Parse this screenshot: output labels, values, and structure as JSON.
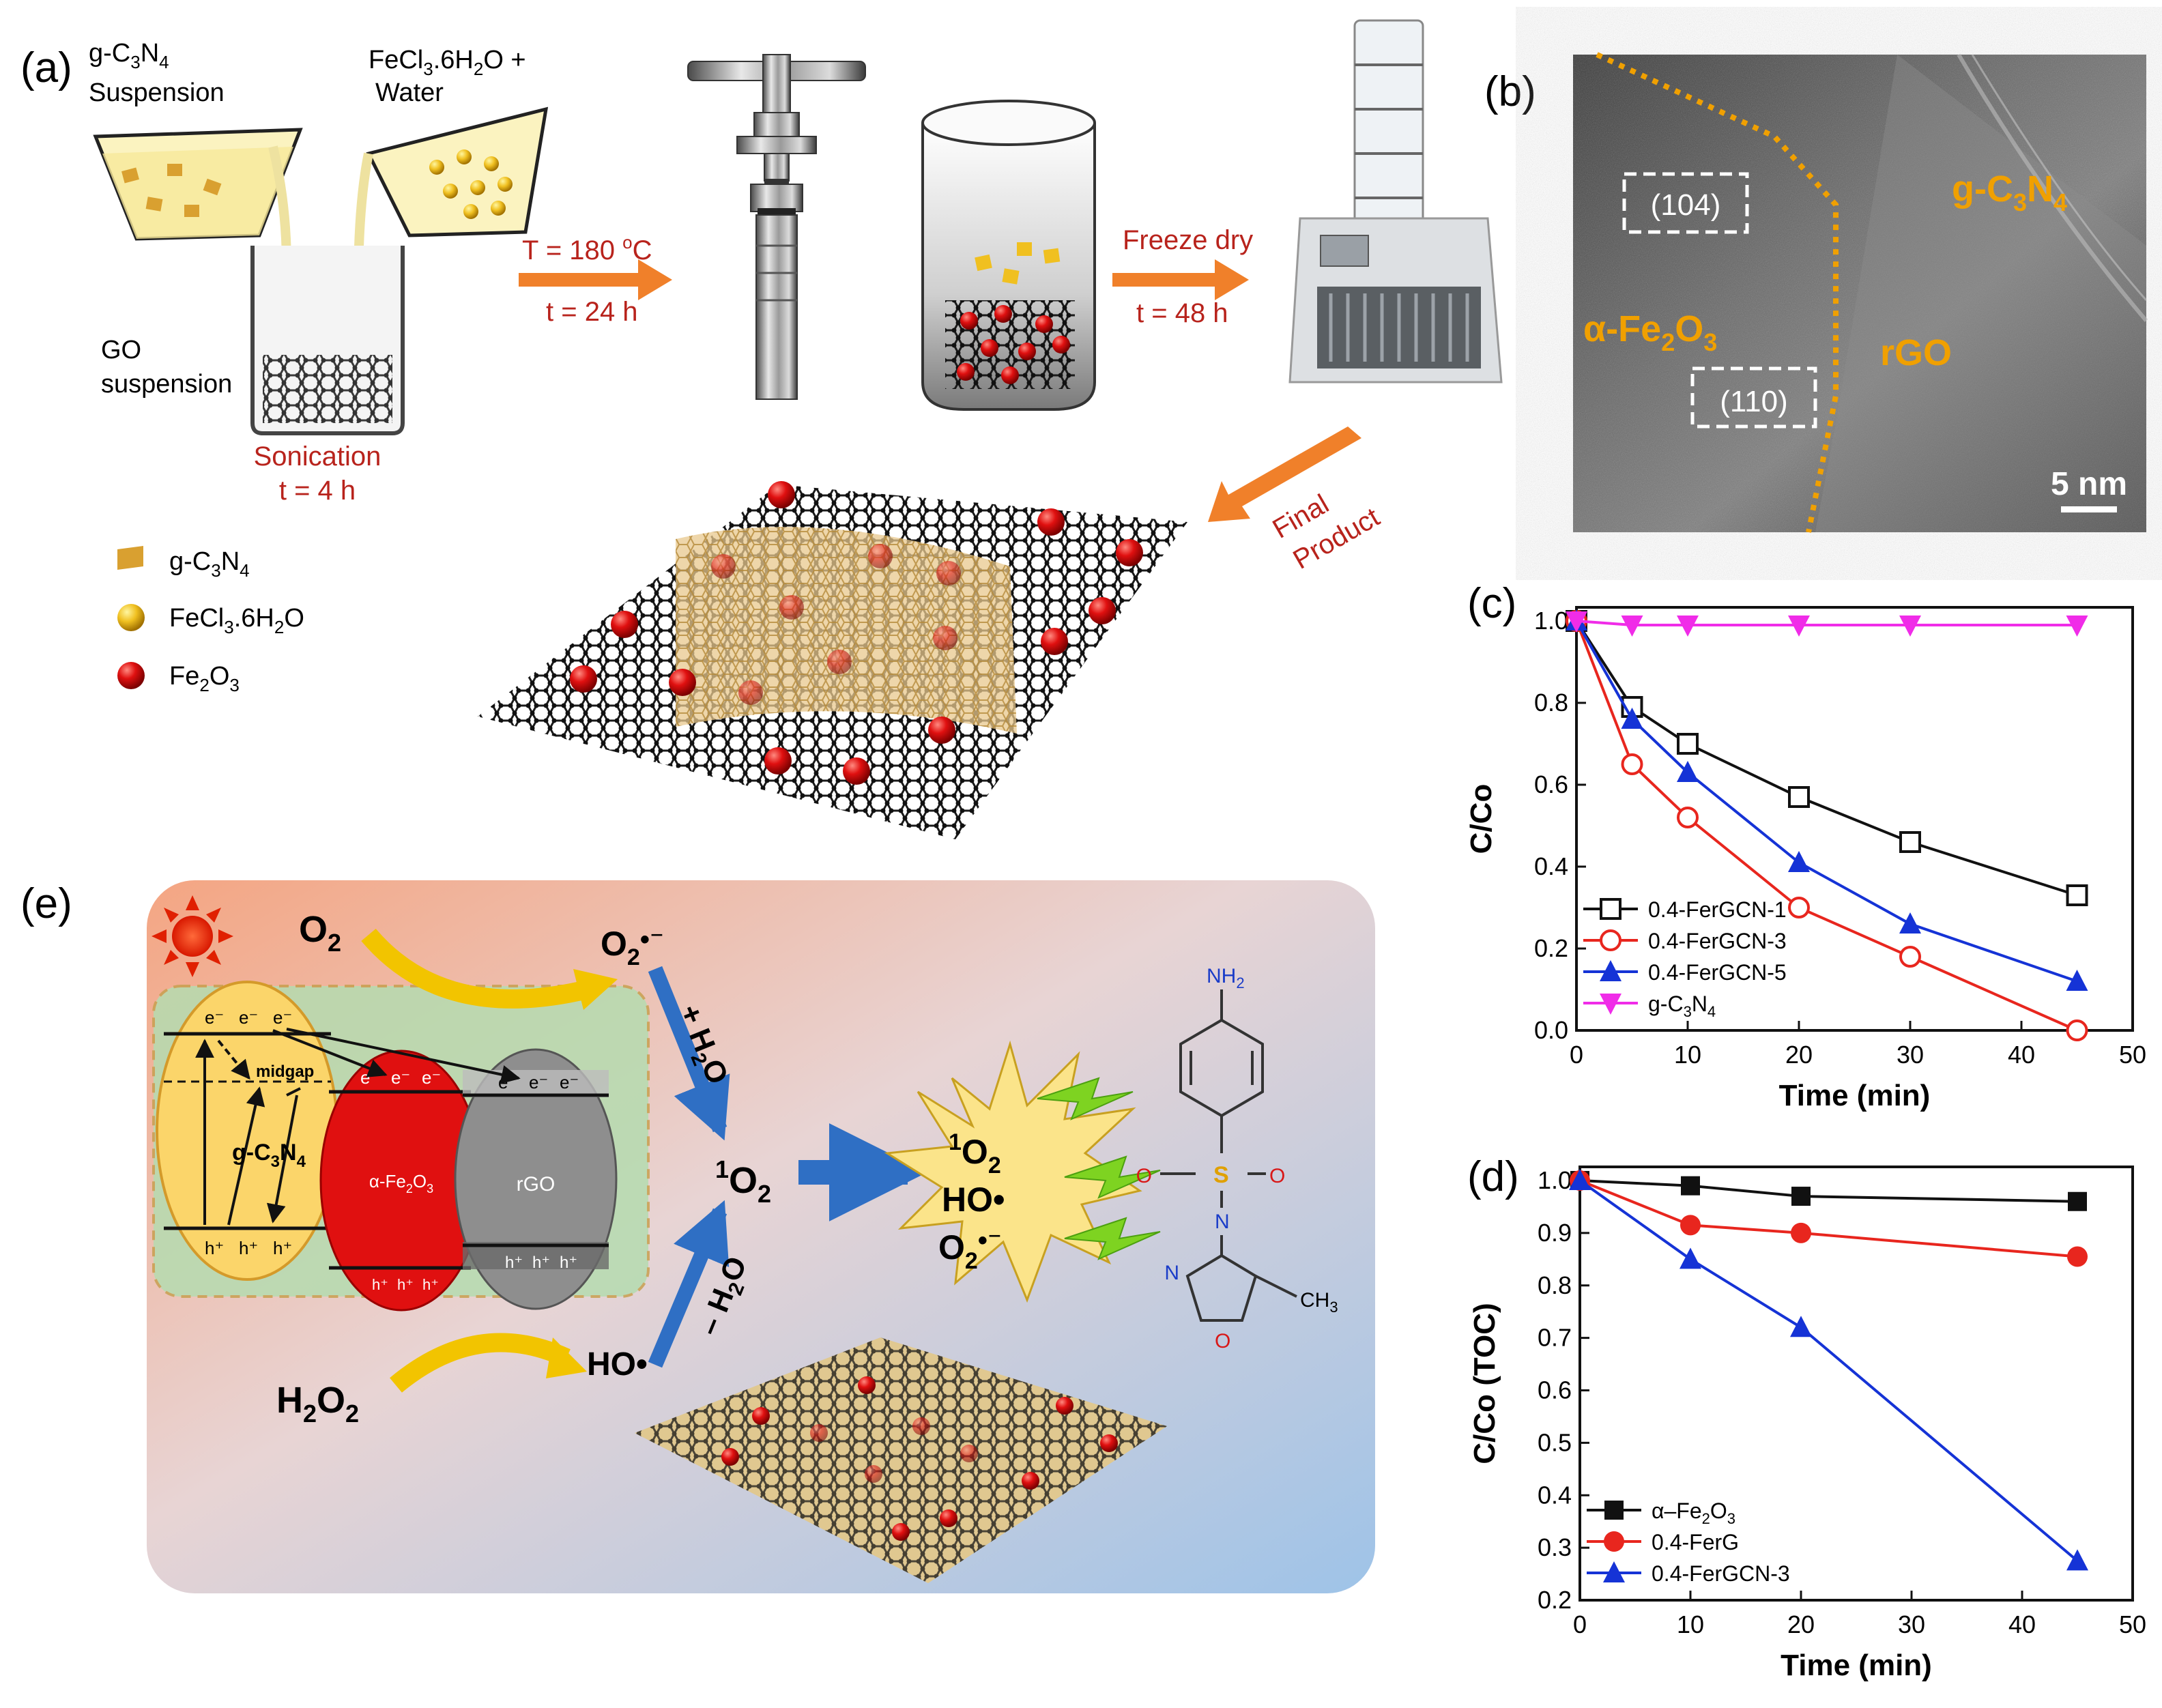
{
  "panels": {
    "a": "(a)",
    "b": "(b)",
    "c": "(c)",
    "d": "(d)",
    "e": "(e)"
  },
  "panel_a": {
    "gcn_susp_1": "g-C",
    "gcn_susp_sub": "3",
    "gcn_susp_2": "N",
    "gcn_susp_sub2": "4",
    "gcn_susp_3": "Suspension",
    "fecl_1": "FeCl",
    "fecl_sub": "3",
    "fecl_2": ".6H",
    "fecl_sub2": "2",
    "fecl_3": "O +",
    "fecl_4": "Water",
    "go_1": "GO",
    "go_2": "suspension",
    "sonication": "Sonication",
    "sonication_t": "t = 4 h",
    "temp_1": "T = 180 ",
    "temp_sup": "o",
    "temp_2": "C",
    "time_24": "t = 24 h",
    "freeze": "Freeze dry",
    "time_48": "t = 48 h",
    "final_1": "Final",
    "final_2": "Product",
    "legend": [
      {
        "main": "g-C",
        "sub": "3",
        "main2": "N",
        "sub2": "4",
        "main3": "",
        "color": "#d9a030"
      },
      {
        "main": "FeCl",
        "sub": "3",
        "main2": ".6H",
        "sub2": "2",
        "main3": "O",
        "color": "#f2c420"
      },
      {
        "main": "Fe",
        "sub": "2",
        "main2": "O",
        "sub2": "3",
        "main3": "",
        "color": "#d81818"
      }
    ]
  },
  "panel_b": {
    "plane1": "(104)",
    "plane2": "(110)",
    "fe2o3_1": "α-Fe",
    "fe2o3_sub": "2",
    "fe2o3_2": "O",
    "fe2o3_sub2": "3",
    "rgo": "rGO",
    "gcn_1": "g-C",
    "gcn_sub": "3",
    "gcn_2": "N",
    "gcn_sub2": "4",
    "scale": "5 nm"
  },
  "panel_e": {
    "o2": "O",
    "o2_sub": "2",
    "superoxide": "O",
    "superoxide_sub": "2",
    "superoxide_sup": "•⁻",
    "plus_h2o": "+ H",
    "plus_h2o_sub": "2",
    "plus_h2o_2": "O",
    "minus_h2o": "– H",
    "minus_h2o_sub": "2",
    "minus_h2o_2": "O",
    "singlet_sup": "1",
    "singlet": "O",
    "singlet_sub": "2",
    "burst_1_sup": "1",
    "burst_1": "O",
    "burst_1_sub": "2",
    "burst_2": "HO•",
    "burst_3": "O",
    "burst_3_sub": "2",
    "burst_3_sup": "•⁻",
    "h2o2": "H",
    "h2o2_sub": "2",
    "h2o2_2": "O",
    "h2o2_sub2": "2",
    "ho": "HO•",
    "electron": "e⁻",
    "hole": "h⁺",
    "midgap": "midgap",
    "gcn_1": "g-C",
    "gcn_sub": "3",
    "gcn_2": "N",
    "gcn_sub2": "4",
    "fe_1": "α-Fe",
    "fe_sub": "2",
    "fe_2": "O",
    "fe_sub2": "3",
    "rgo": "rGO",
    "nh2": "NH",
    "nh2_sub": "2",
    "s": "S",
    "o": "O",
    "n": "N",
    "ch3": "CH",
    "ch3_sub": "3"
  },
  "chart_data": [
    {
      "id": "c",
      "type": "line",
      "xlabel": "Time (min)",
      "ylabel": "C/Co",
      "xlim": [
        0,
        50
      ],
      "ylim": [
        0,
        1.0
      ],
      "xticks": [
        0,
        10,
        20,
        30,
        40,
        50
      ],
      "yticks": [
        0.0,
        0.2,
        0.4,
        0.6,
        0.8,
        1.0
      ],
      "legend_position": "bottom-left",
      "series": [
        {
          "name": "0.4-FerGCN-1",
          "color": "#111111",
          "marker": "square-open",
          "x": [
            0,
            5,
            10,
            20,
            30,
            45
          ],
          "y": [
            1.0,
            0.79,
            0.7,
            0.57,
            0.46,
            0.33
          ]
        },
        {
          "name": "0.4-FerGCN-3",
          "color": "#e8261e",
          "marker": "circle-open",
          "x": [
            0,
            5,
            10,
            20,
            30,
            45
          ],
          "y": [
            1.0,
            0.65,
            0.52,
            0.3,
            0.18,
            0.0
          ]
        },
        {
          "name": "0.4-FerGCN-5",
          "color": "#1533d6",
          "marker": "triangle-filled",
          "x": [
            0,
            5,
            10,
            20,
            30,
            45
          ],
          "y": [
            1.0,
            0.76,
            0.63,
            0.41,
            0.26,
            0.12
          ]
        },
        {
          "name": "g-C3N4",
          "label_main": "g-C",
          "label_sub": "3",
          "label_main2": "N",
          "label_sub2": "4",
          "color": "#f02ce8",
          "marker": "triangle-down-filled",
          "x": [
            0,
            5,
            10,
            20,
            30,
            45
          ],
          "y": [
            1.0,
            0.99,
            0.99,
            0.99,
            0.99,
            0.99
          ]
        }
      ]
    },
    {
      "id": "d",
      "type": "line",
      "xlabel": "Time (min)",
      "ylabel": "C/Co (TOC)",
      "xlim": [
        0,
        50
      ],
      "ylim": [
        0.2,
        1.0
      ],
      "xticks": [
        0,
        10,
        20,
        30,
        40,
        50
      ],
      "yticks": [
        0.2,
        0.3,
        0.4,
        0.5,
        0.6,
        0.7,
        0.8,
        0.9,
        1.0
      ],
      "legend_position": "bottom-left",
      "series": [
        {
          "name": "α–Fe2O3",
          "label_main": "α–Fe",
          "label_sub": "2",
          "label_main2": "O",
          "label_sub2": "3",
          "color": "#111111",
          "marker": "square-filled",
          "x": [
            0,
            10,
            20,
            45
          ],
          "y": [
            1.0,
            0.99,
            0.97,
            0.96
          ]
        },
        {
          "name": "0.4-FerG",
          "color": "#e8261e",
          "marker": "circle-filled",
          "x": [
            0,
            10,
            20,
            45
          ],
          "y": [
            1.0,
            0.915,
            0.9,
            0.855
          ]
        },
        {
          "name": "0.4-FerGCN-3",
          "color": "#1533d6",
          "marker": "triangle-filled",
          "x": [
            0,
            10,
            20,
            45
          ],
          "y": [
            1.0,
            0.85,
            0.72,
            0.275
          ]
        }
      ]
    }
  ]
}
